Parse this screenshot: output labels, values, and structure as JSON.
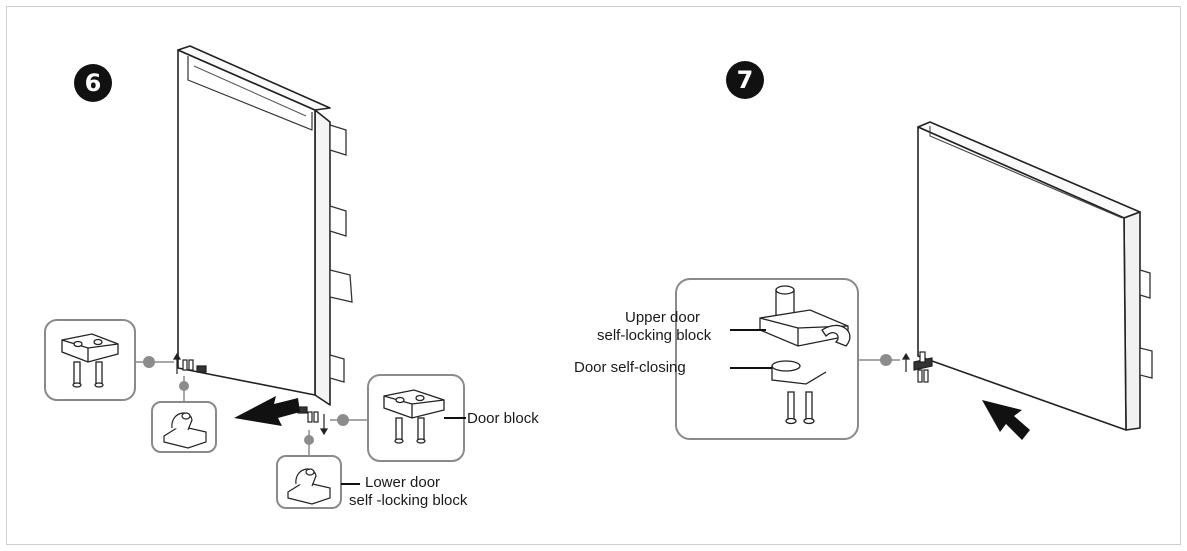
{
  "steps": {
    "left": {
      "number": "6"
    },
    "right": {
      "number": "7"
    }
  },
  "labels": {
    "door_block": "Door block",
    "lower_door_line1": "Lower door",
    "lower_door_line2": "self -locking block",
    "upper_door_line1": "Upper door",
    "upper_door_line2": "self-locking block",
    "door_self_closing": "Door self-closing"
  },
  "colors": {
    "outline": "#222222",
    "callout_border": "#8a8a8a",
    "callout_dot": "#8c8c8c",
    "arrow": "#111111",
    "frame": "#cfcfcf"
  }
}
